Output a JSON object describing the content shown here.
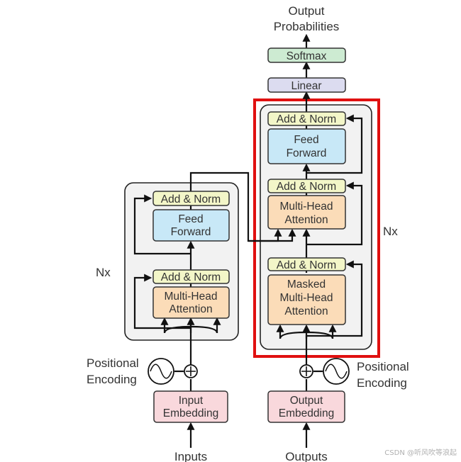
{
  "colors": {
    "add_norm": "#f3f6c8",
    "feed_forward": "#c8e8f7",
    "attention": "#fbdcb8",
    "embedding": "#f9d8dc",
    "linear": "#dcdcf0",
    "softmax": "#cdebd2",
    "stack_bg": "#f2f2f2",
    "highlight": "#e01010",
    "line": "#111111"
  },
  "top": {
    "output_probabilities_1": "Output",
    "output_probabilities_2": "Probabilities",
    "softmax": "Softmax",
    "linear": "Linear"
  },
  "encoder": {
    "repeat_label": "Nx",
    "add_norm_top": "Add & Norm",
    "feed_forward_1": "Feed",
    "feed_forward_2": "Forward",
    "add_norm_bottom": "Add & Norm",
    "attention_1": "Multi-Head",
    "attention_2": "Attention",
    "pos_enc_1": "Positional",
    "pos_enc_2": "Encoding",
    "embedding_1": "Input",
    "embedding_2": "Embedding",
    "input_label": "Inputs"
  },
  "decoder": {
    "repeat_label": "Nx",
    "add_norm_top": "Add & Norm",
    "feed_forward_1": "Feed",
    "feed_forward_2": "Forward",
    "add_norm_mid": "Add & Norm",
    "attention_1": "Multi-Head",
    "attention_2": "Attention",
    "add_norm_bottom": "Add & Norm",
    "masked_1": "Masked",
    "masked_2": "Multi-Head",
    "masked_3": "Attention",
    "pos_enc_1": "Positional",
    "pos_enc_2": "Encoding",
    "embedding_1": "Output",
    "embedding_2": "Embedding",
    "output_label": "Outputs"
  },
  "watermark": "CSDN @听风吹等浪起"
}
